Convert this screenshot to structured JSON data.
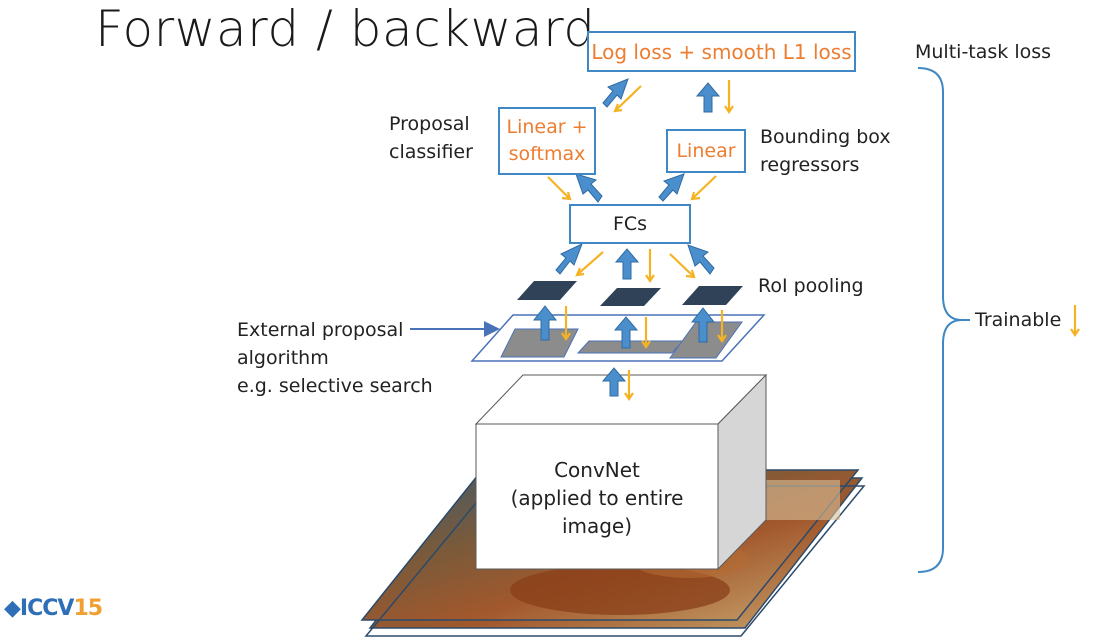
{
  "title": "Forward / backward",
  "boxes": {
    "loss": "Log loss + smooth  L1 loss",
    "softmax_line1": "Linear +",
    "softmax_line2": "softmax",
    "linear": "Linear",
    "fcs": "FCs",
    "convnet_line1": "ConvNet",
    "convnet_line2": "(applied to entire",
    "convnet_line3": "image)"
  },
  "labels": {
    "multi_task_loss": "Multi-task loss",
    "proposal_classifier_line1": "Proposal",
    "proposal_classifier_line2": "classifier",
    "bbox_line1": "Bounding  box",
    "bbox_line2": "regressors",
    "roi_pooling": "RoI pooling",
    "external_line1": "External proposal",
    "external_line2": "algorithm",
    "external_line3": "e.g. selective search",
    "trainable": "Trainable"
  },
  "logo": {
    "text": "ICCV",
    "num": "15"
  },
  "colors": {
    "box_border": "#3f88c5",
    "box_text": "#ed7d31",
    "forward_arrow": "#4a8fcc",
    "backward_arrow": "#f5b324",
    "feature_dark": "#2f4257",
    "roi_gray": "#8c8c8c"
  }
}
